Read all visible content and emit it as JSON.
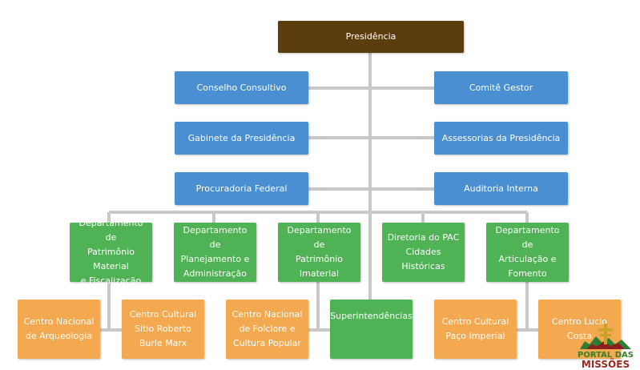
{
  "nodes": {
    "presidencia": "Presidência",
    "conselho_consultivo": "Conselho Consultivo",
    "comite_gestor": "Comitê Gestor",
    "gabinete": "Gabinete da Presidência",
    "assessorias": "Assessorias da Presidência",
    "procuradoria": "Procuradoria Federal",
    "auditoria": "Auditoria Interna",
    "dep_patrimonio_material": "Departamento de\nPatrimônio Material\ne Fiscalização",
    "dep_planejamento": "Departamento de\nPlanejamento e\nAdministração",
    "dep_patrimonio_imaterial": "Departamento de\nPatrimônio\nImaterial",
    "diretoria_pac": "Diretoria do PAC\nCidades Históricas",
    "dep_articulacao": "Departamento de\nArticulação e\nFomento",
    "cn_arqueologia": "Centro Nacional\nde Arqueologia",
    "cc_burle_marx": "Centro Cultural\nSítio Roberto\nBurle Marx",
    "cn_folclore": "Centro Nacional\nde Folclore e\nCultura Popular",
    "superintendencias": "Superintendências",
    "cc_paco_imperial": "Centro Cultural\nPaço Imperial",
    "centro_lucio_costa": "Centro Lucio\nCosta"
  },
  "watermark": {
    "line1": "PORTAL DAS",
    "line2": "MISSÕES"
  },
  "colors": {
    "presidencia": "#5c3d0e",
    "staff": "#4a8fd1",
    "departments": "#4fb255",
    "centers": "#f3a94f",
    "connectors": "#c8c8c8"
  }
}
